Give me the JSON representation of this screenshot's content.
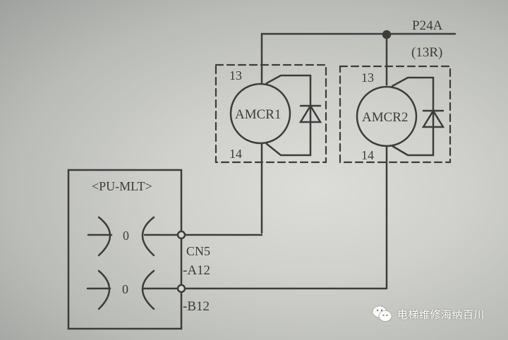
{
  "diagram": {
    "supply": {
      "net_label": "P24A",
      "ref_label": "(13R)"
    },
    "relays": [
      {
        "name": "AMCR1",
        "pin_top": "13",
        "pin_bottom": "14"
      },
      {
        "name": "AMCR2",
        "pin_top": "13",
        "pin_bottom": "14"
      }
    ],
    "board": {
      "label": "<PU-MLT>",
      "contacts": [
        {
          "symbol": "0"
        },
        {
          "symbol": "0"
        }
      ],
      "connector": "CN5",
      "pins": [
        "-A12",
        "-B12"
      ]
    }
  },
  "watermark": {
    "text": "电梯维修海纳百川",
    "icon": "wechat-icon"
  },
  "colors": {
    "ink": "#3c3c3c",
    "paper": "#d6d7d3"
  }
}
